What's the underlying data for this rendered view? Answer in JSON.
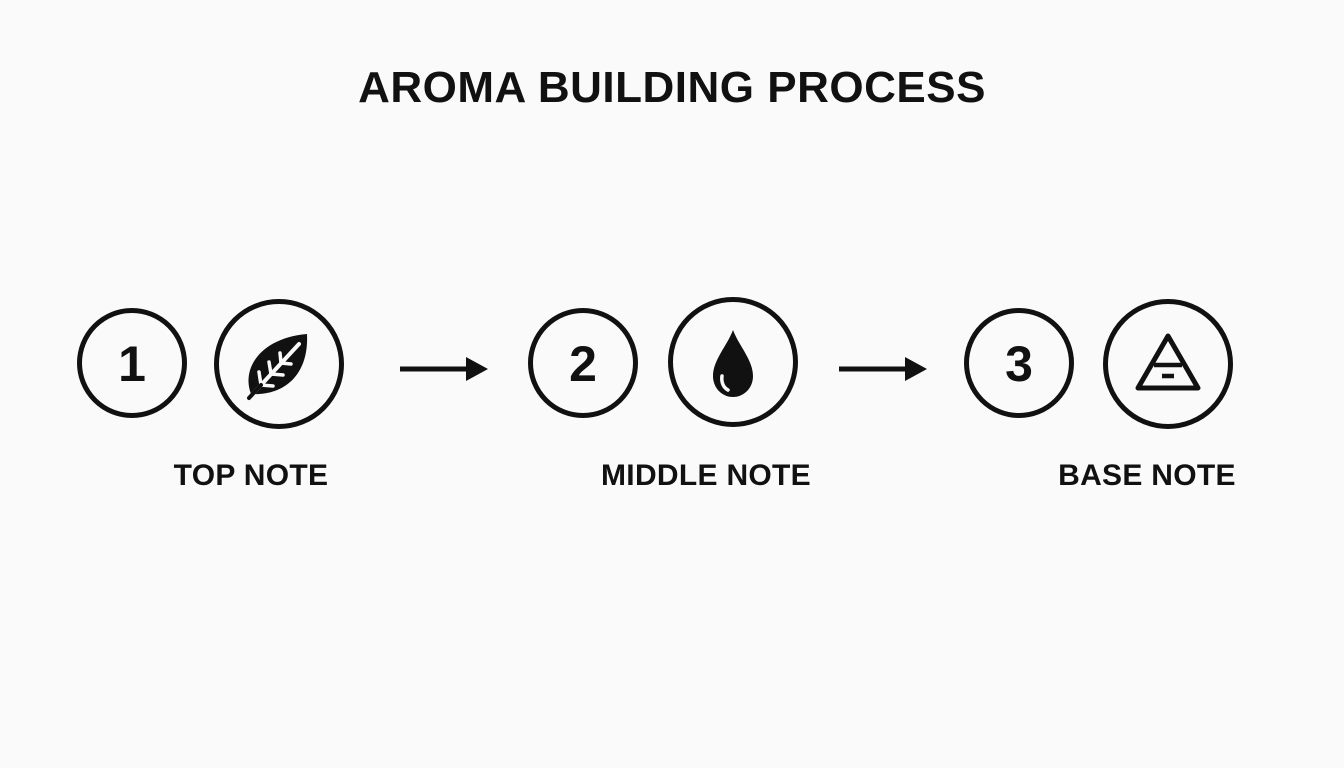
{
  "title": "AROMA BUILDING PROCESS",
  "steps": [
    {
      "number": "1",
      "label": "TOP NOTE",
      "icon": "leaf-icon"
    },
    {
      "number": "2",
      "label": "MIDDLE NOTE",
      "icon": "drop-icon"
    },
    {
      "number": "3",
      "label": "BASE NOTE",
      "icon": "pyramid-icon"
    }
  ],
  "connectors": [
    "arrow-right-icon",
    "arrow-right-icon"
  ],
  "colors": {
    "background": "#fafafa",
    "ink": "#111111"
  }
}
